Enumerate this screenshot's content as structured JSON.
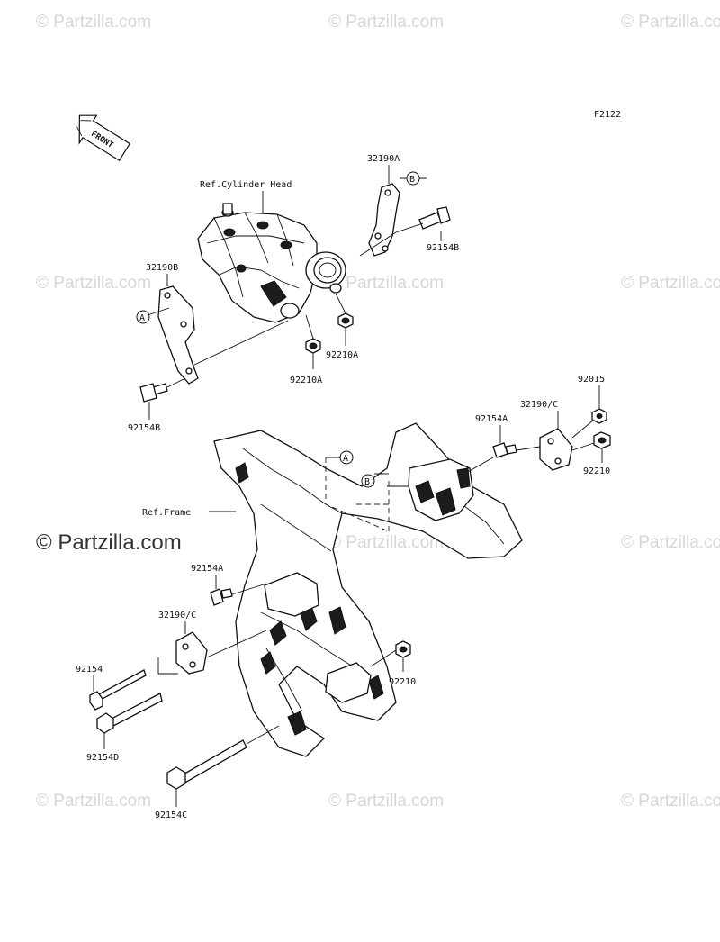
{
  "diagram": {
    "figure_code": "F2122",
    "front_label": "FRONT",
    "callouts": {
      "a": "A",
      "b": "B"
    },
    "labels": {
      "ref_cylinder_head": "Ref.Cylinder Head",
      "ref_frame": "Ref.Frame",
      "p32190A": "32190A",
      "p92154B_top": "92154B",
      "p32190B": "32190B",
      "p92210A_right": "92210A",
      "p92210A_lower": "92210A",
      "p92154B_left": "92154B",
      "p92015": "92015",
      "p32190C_right": "32190/C",
      "p92154A_right": "92154A",
      "p92210_right": "92210",
      "p92154A_left": "92154A",
      "p32190C_left": "32190/C",
      "p92154": "92154",
      "p92154D": "92154D",
      "p92210_lower": "92210",
      "p92154C": "92154C"
    }
  },
  "watermarks": {
    "small": "© Partzilla.com",
    "large": "© Partzilla.com"
  }
}
